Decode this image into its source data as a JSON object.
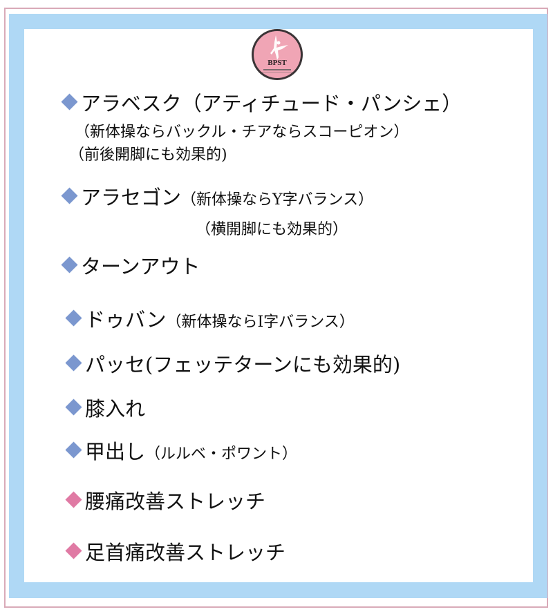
{
  "logo": {
    "text": "BPST",
    "icon": "ballerina-silhouette-icon",
    "background_color": "#f0a5b5",
    "ring_color": "#3a3436"
  },
  "colors": {
    "outer_border": "#d9aab8",
    "band": "#afd8f5",
    "panel": "#ffffff",
    "bullet_blue": "#7b97cf",
    "bullet_pink": "#e07aa4"
  },
  "items": [
    {
      "bullet": "blue-diamond",
      "title": "アラベスク（アティチュード・パンシェ）",
      "note": "",
      "sublines": [
        "（新体操ならバックル・チアならスコーピオン）",
        "（前後開脚にも効果的)"
      ]
    },
    {
      "bullet": "blue-diamond",
      "title": "アラセゴン",
      "note": "（新体操ならY字バランス）",
      "sublines": [
        "（横開脚にも効果的）"
      ]
    },
    {
      "bullet": "blue-diamond",
      "title": "ターンアウト",
      "note": "",
      "sublines": []
    },
    {
      "bullet": "blue-diamond",
      "title": "ドゥバン",
      "note": "（新体操ならI字バランス）",
      "sublines": []
    },
    {
      "bullet": "blue-diamond",
      "title": "パッセ(フェッテターンにも効果的)",
      "note": "",
      "sublines": []
    },
    {
      "bullet": "blue-diamond",
      "title": "膝入れ",
      "note": "",
      "sublines": []
    },
    {
      "bullet": "blue-diamond",
      "title": "甲出し",
      "note": "（ルルベ・ポワント）",
      "sublines": []
    },
    {
      "bullet": "pink-diamond",
      "title": "腰痛改善ストレッチ",
      "note": "",
      "sublines": []
    },
    {
      "bullet": "pink-diamond",
      "title": "足首痛改善ストレッチ",
      "note": "",
      "sublines": []
    }
  ]
}
